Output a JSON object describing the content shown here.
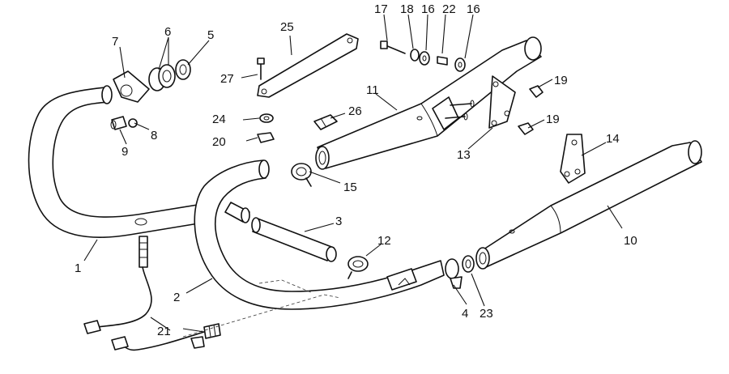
{
  "callouts": [
    {
      "id": "1",
      "label": "1"
    },
    {
      "id": "2",
      "label": "2"
    },
    {
      "id": "3",
      "label": "3"
    },
    {
      "id": "4",
      "label": "4"
    },
    {
      "id": "5",
      "label": "5"
    },
    {
      "id": "6",
      "label": "6"
    },
    {
      "id": "7",
      "label": "7"
    },
    {
      "id": "8",
      "label": "8"
    },
    {
      "id": "9",
      "label": "9"
    },
    {
      "id": "10",
      "label": "10"
    },
    {
      "id": "11",
      "label": "11"
    },
    {
      "id": "12",
      "label": "12"
    },
    {
      "id": "13",
      "label": "13"
    },
    {
      "id": "14",
      "label": "14"
    },
    {
      "id": "15",
      "label": "15"
    },
    {
      "id": "16a",
      "label": "16"
    },
    {
      "id": "16b",
      "label": "16"
    },
    {
      "id": "17",
      "label": "17"
    },
    {
      "id": "18",
      "label": "18"
    },
    {
      "id": "19a",
      "label": "19"
    },
    {
      "id": "19b",
      "label": "19"
    },
    {
      "id": "20",
      "label": "20"
    },
    {
      "id": "21",
      "label": "21"
    },
    {
      "id": "22",
      "label": "22"
    },
    {
      "id": "23",
      "label": "23"
    },
    {
      "id": "24",
      "label": "24"
    },
    {
      "id": "25",
      "label": "25"
    },
    {
      "id": "26",
      "label": "26"
    },
    {
      "id": "27",
      "label": "27"
    }
  ]
}
